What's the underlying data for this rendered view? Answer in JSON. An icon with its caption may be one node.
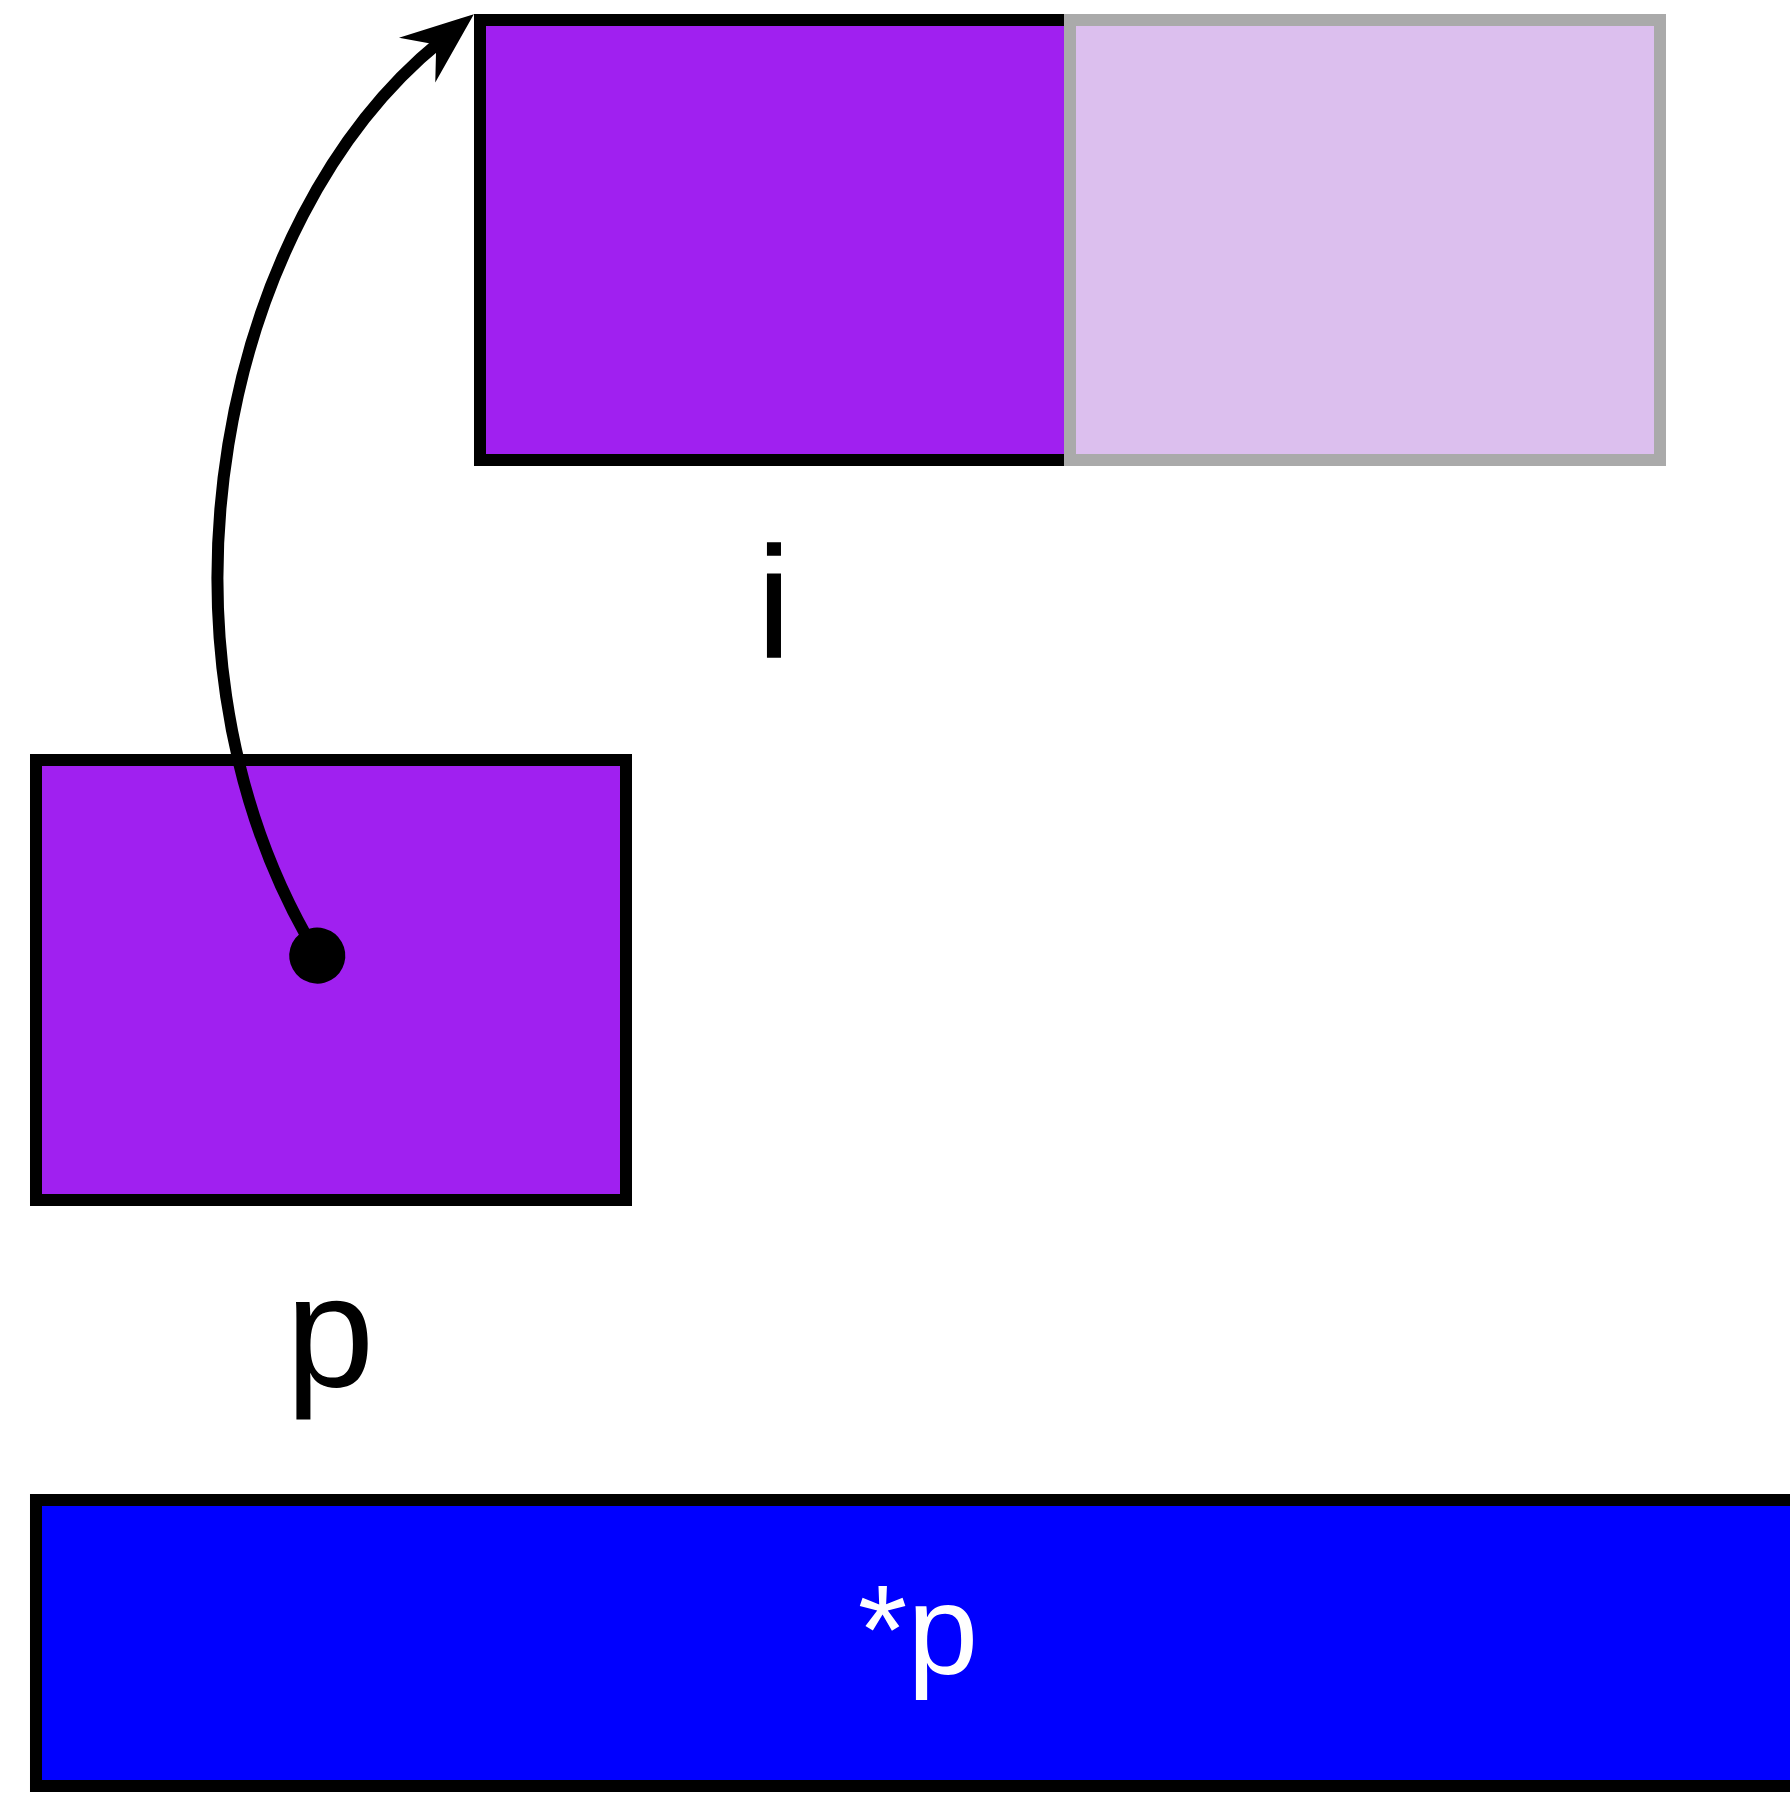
{
  "diagram": {
    "nodes": [
      {
        "text": [
          "i"
        ]
      },
      {
        "text": [],
        "shape": "box"
      },
      {
        "text": [
          "p"
        ]
      },
      {
        "text": [
          "*p"
        ]
      }
    ],
    "edges": [
      {
        "from": 2,
        "to": 0,
        "arrow": "to"
      }
    ]
  }
}
